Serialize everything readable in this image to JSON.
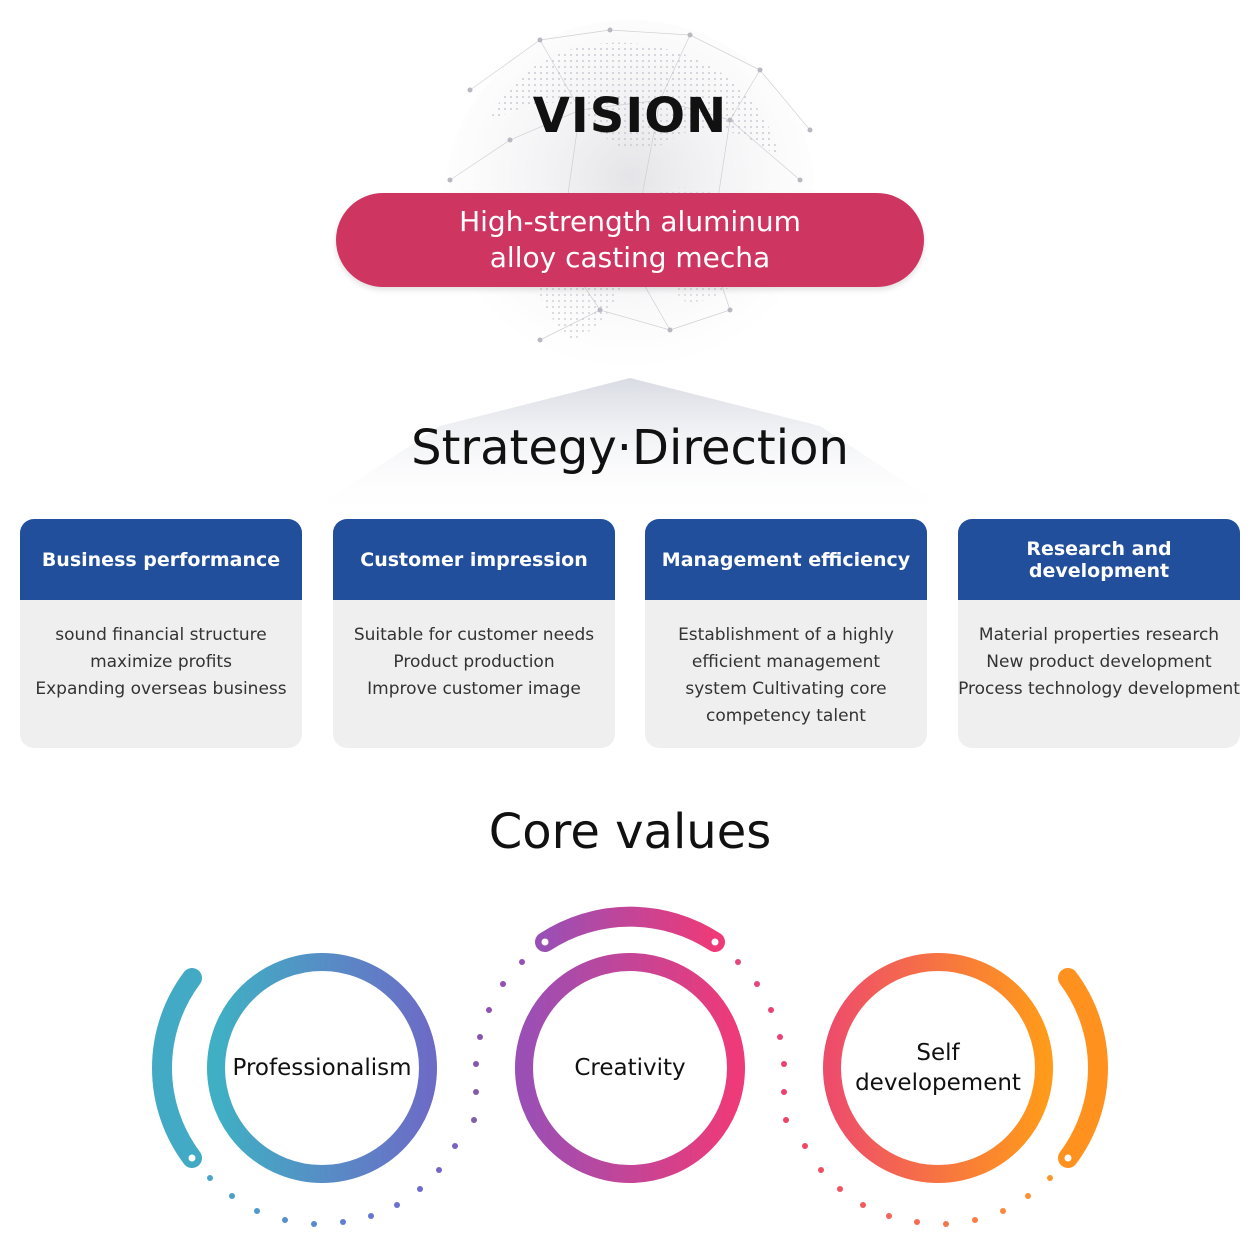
{
  "vision": {
    "title": "VISION",
    "statement": "High-strength aluminum\nalloy casting mecha"
  },
  "strategy": {
    "title": "Strategy·Direction",
    "cards": [
      {
        "heading": "Business performance",
        "body": "sound financial structure\nmaximize profits\nExpanding overseas business"
      },
      {
        "heading": "Customer impression",
        "body": "Suitable for customer needs\nProduct production\nImprove customer image"
      },
      {
        "heading": "Management efficiency",
        "body": "Establishment of a highly\nefficient management\nsystem Cultivating core\ncompetency talent"
      },
      {
        "heading": "Research and development",
        "body": "Material properties research\nNew product development\nProcess technology development"
      }
    ]
  },
  "core_values": {
    "title": "Core values",
    "items": [
      {
        "label": "Professionalism",
        "color_start": "#3fb0c4",
        "color_end": "#6c6cc6"
      },
      {
        "label": "Creativity",
        "color_start": "#9a4fb5",
        "color_end": "#ee3a78"
      },
      {
        "label": "Self\ndevelopement",
        "color_start": "#ee4d6a",
        "color_end": "#ff9a1a"
      }
    ]
  },
  "colors": {
    "vision_pill": "#cf3561",
    "card_header": "#224f9c",
    "card_body": "#efefef"
  }
}
